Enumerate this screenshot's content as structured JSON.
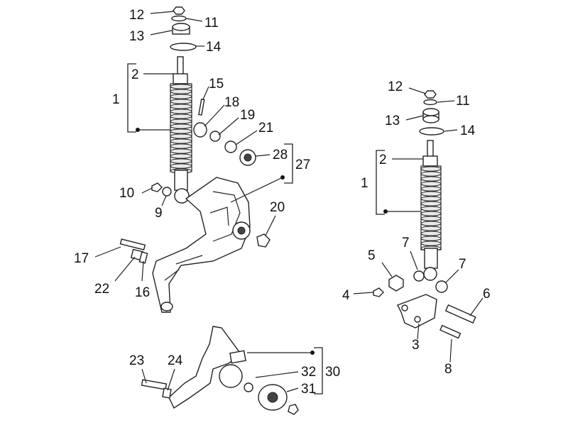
{
  "diagram": {
    "callouts": [
      {
        "id": "c12a",
        "text": "12"
      },
      {
        "id": "c11a",
        "text": "11"
      },
      {
        "id": "c13a",
        "text": "13"
      },
      {
        "id": "c14a",
        "text": "14"
      },
      {
        "id": "c2a",
        "text": "2"
      },
      {
        "id": "c1a",
        "text": "1"
      },
      {
        "id": "c15",
        "text": "15"
      },
      {
        "id": "c18",
        "text": "18"
      },
      {
        "id": "c19",
        "text": "19"
      },
      {
        "id": "c21",
        "text": "21"
      },
      {
        "id": "c28",
        "text": "28"
      },
      {
        "id": "c27",
        "text": "27"
      },
      {
        "id": "c10",
        "text": "10"
      },
      {
        "id": "c9",
        "text": "9"
      },
      {
        "id": "c20",
        "text": "20"
      },
      {
        "id": "c17",
        "text": "17"
      },
      {
        "id": "c22",
        "text": "22"
      },
      {
        "id": "c16",
        "text": "16"
      },
      {
        "id": "c12b",
        "text": "12"
      },
      {
        "id": "c11b",
        "text": "11"
      },
      {
        "id": "c13b",
        "text": "13"
      },
      {
        "id": "c14b",
        "text": "14"
      },
      {
        "id": "c2b",
        "text": "2"
      },
      {
        "id": "c1b",
        "text": "1"
      },
      {
        "id": "c5",
        "text": "5"
      },
      {
        "id": "c7a",
        "text": "7"
      },
      {
        "id": "c7b",
        "text": "7"
      },
      {
        "id": "c4",
        "text": "4"
      },
      {
        "id": "c6",
        "text": "6"
      },
      {
        "id": "c3",
        "text": "3"
      },
      {
        "id": "c8",
        "text": "8"
      },
      {
        "id": "c23",
        "text": "23"
      },
      {
        "id": "c24",
        "text": "24"
      },
      {
        "id": "c32",
        "text": "32"
      },
      {
        "id": "c30",
        "text": "30"
      },
      {
        "id": "c31",
        "text": "31"
      }
    ]
  }
}
